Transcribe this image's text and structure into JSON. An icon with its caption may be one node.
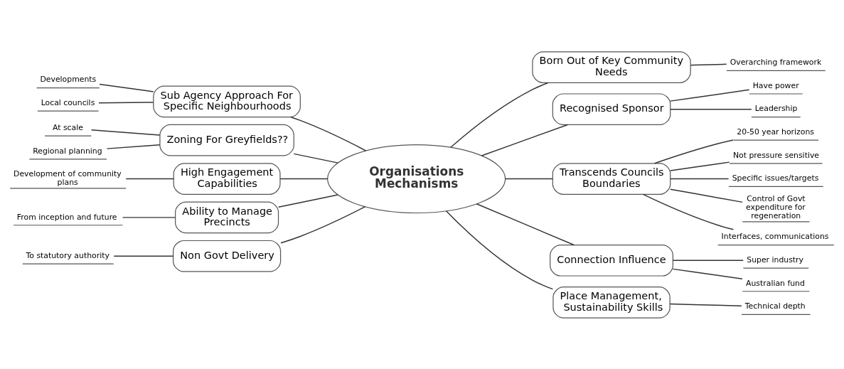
{
  "diagram": {
    "nodes": [
      {
        "text": [
          "Organisations Mechanisms"
        ]
      },
      {
        "text": [
          "Born Out of Key Community Needs"
        ]
      },
      {
        "text": [
          "Overarching framework"
        ]
      },
      {
        "text": [
          "Recognised Sponsor"
        ]
      },
      {
        "text": [
          "Have power"
        ]
      },
      {
        "text": [
          "Leadership"
        ]
      },
      {
        "text": [
          "Transcends Councils Boundaries"
        ]
      },
      {
        "text": [
          "20-50 year horizons"
        ]
      },
      {
        "text": [
          "Not pressure sensitive"
        ]
      },
      {
        "text": [
          "Specific issues/targets"
        ]
      },
      {
        "text": [
          "Control of Govt expenditure for regeneration"
        ]
      },
      {
        "text": [
          "Interfaces, communications"
        ]
      },
      {
        "text": [
          "Connection Influence"
        ]
      },
      {
        "text": [
          "Super industry"
        ]
      },
      {
        "text": [
          "Australian fund"
        ]
      },
      {
        "text": [
          "Place Management, Sustainability Skills"
        ]
      },
      {
        "text": [
          "Technical depth"
        ]
      },
      {
        "text": [
          "Sub Agency Approach For Specific Neighbourhoods"
        ]
      },
      {
        "text": [
          "Developments"
        ]
      },
      {
        "text": [
          "Local councils"
        ]
      },
      {
        "text": [
          "Zoning For Greyfields??"
        ]
      },
      {
        "text": [
          "At scale"
        ]
      },
      {
        "text": [
          "Regional planning"
        ]
      },
      {
        "text": [
          "High Engagement Capabilities"
        ]
      },
      {
        "text": [
          "Development of community plans"
        ]
      },
      {
        "text": [
          "Ability to Manage Precincts"
        ]
      },
      {
        "text": [
          "From inception and future"
        ]
      },
      {
        "text": [
          "Non Govt Delivery"
        ]
      },
      {
        "text": [
          "To statutory authority"
        ]
      }
    ],
    "edges": [
      {
        "from": 0,
        "to": 1,
        "arrow": "none"
      },
      {
        "from": 1,
        "to": 2,
        "arrow": "none"
      },
      {
        "from": 0,
        "to": 3,
        "arrow": "none"
      },
      {
        "from": 3,
        "to": 4,
        "arrow": "none"
      },
      {
        "from": 3,
        "to": 5,
        "arrow": "none"
      },
      {
        "from": 0,
        "to": 6,
        "arrow": "none"
      },
      {
        "from": 6,
        "to": 7,
        "arrow": "none"
      },
      {
        "from": 6,
        "to": 8,
        "arrow": "none"
      },
      {
        "from": 6,
        "to": 9,
        "arrow": "none"
      },
      {
        "from": 6,
        "to": 10,
        "arrow": "none"
      },
      {
        "from": 6,
        "to": 11,
        "arrow": "none"
      },
      {
        "from": 0,
        "to": 12,
        "arrow": "none"
      },
      {
        "from": 12,
        "to": 13,
        "arrow": "none"
      },
      {
        "from": 12,
        "to": 14,
        "arrow": "none"
      },
      {
        "from": 0,
        "to": 15,
        "arrow": "none"
      },
      {
        "from": 15,
        "to": 16,
        "arrow": "none"
      },
      {
        "from": 0,
        "to": 17,
        "arrow": "none"
      },
      {
        "from": 17,
        "to": 18,
        "arrow": "none"
      },
      {
        "from": 17,
        "to": 19,
        "arrow": "none"
      },
      {
        "from": 0,
        "to": 20,
        "arrow": "none"
      },
      {
        "from": 20,
        "to": 21,
        "arrow": "none"
      },
      {
        "from": 20,
        "to": 22,
        "arrow": "none"
      },
      {
        "from": 0,
        "to": 23,
        "arrow": "none"
      },
      {
        "from": 23,
        "to": 24,
        "arrow": "none"
      },
      {
        "from": 0,
        "to": 25,
        "arrow": "none"
      },
      {
        "from": 25,
        "to": 26,
        "arrow": "none"
      },
      {
        "from": 0,
        "to": 27,
        "arrow": "none"
      },
      {
        "from": 27,
        "to": 28,
        "arrow": "none"
      }
    ]
  }
}
